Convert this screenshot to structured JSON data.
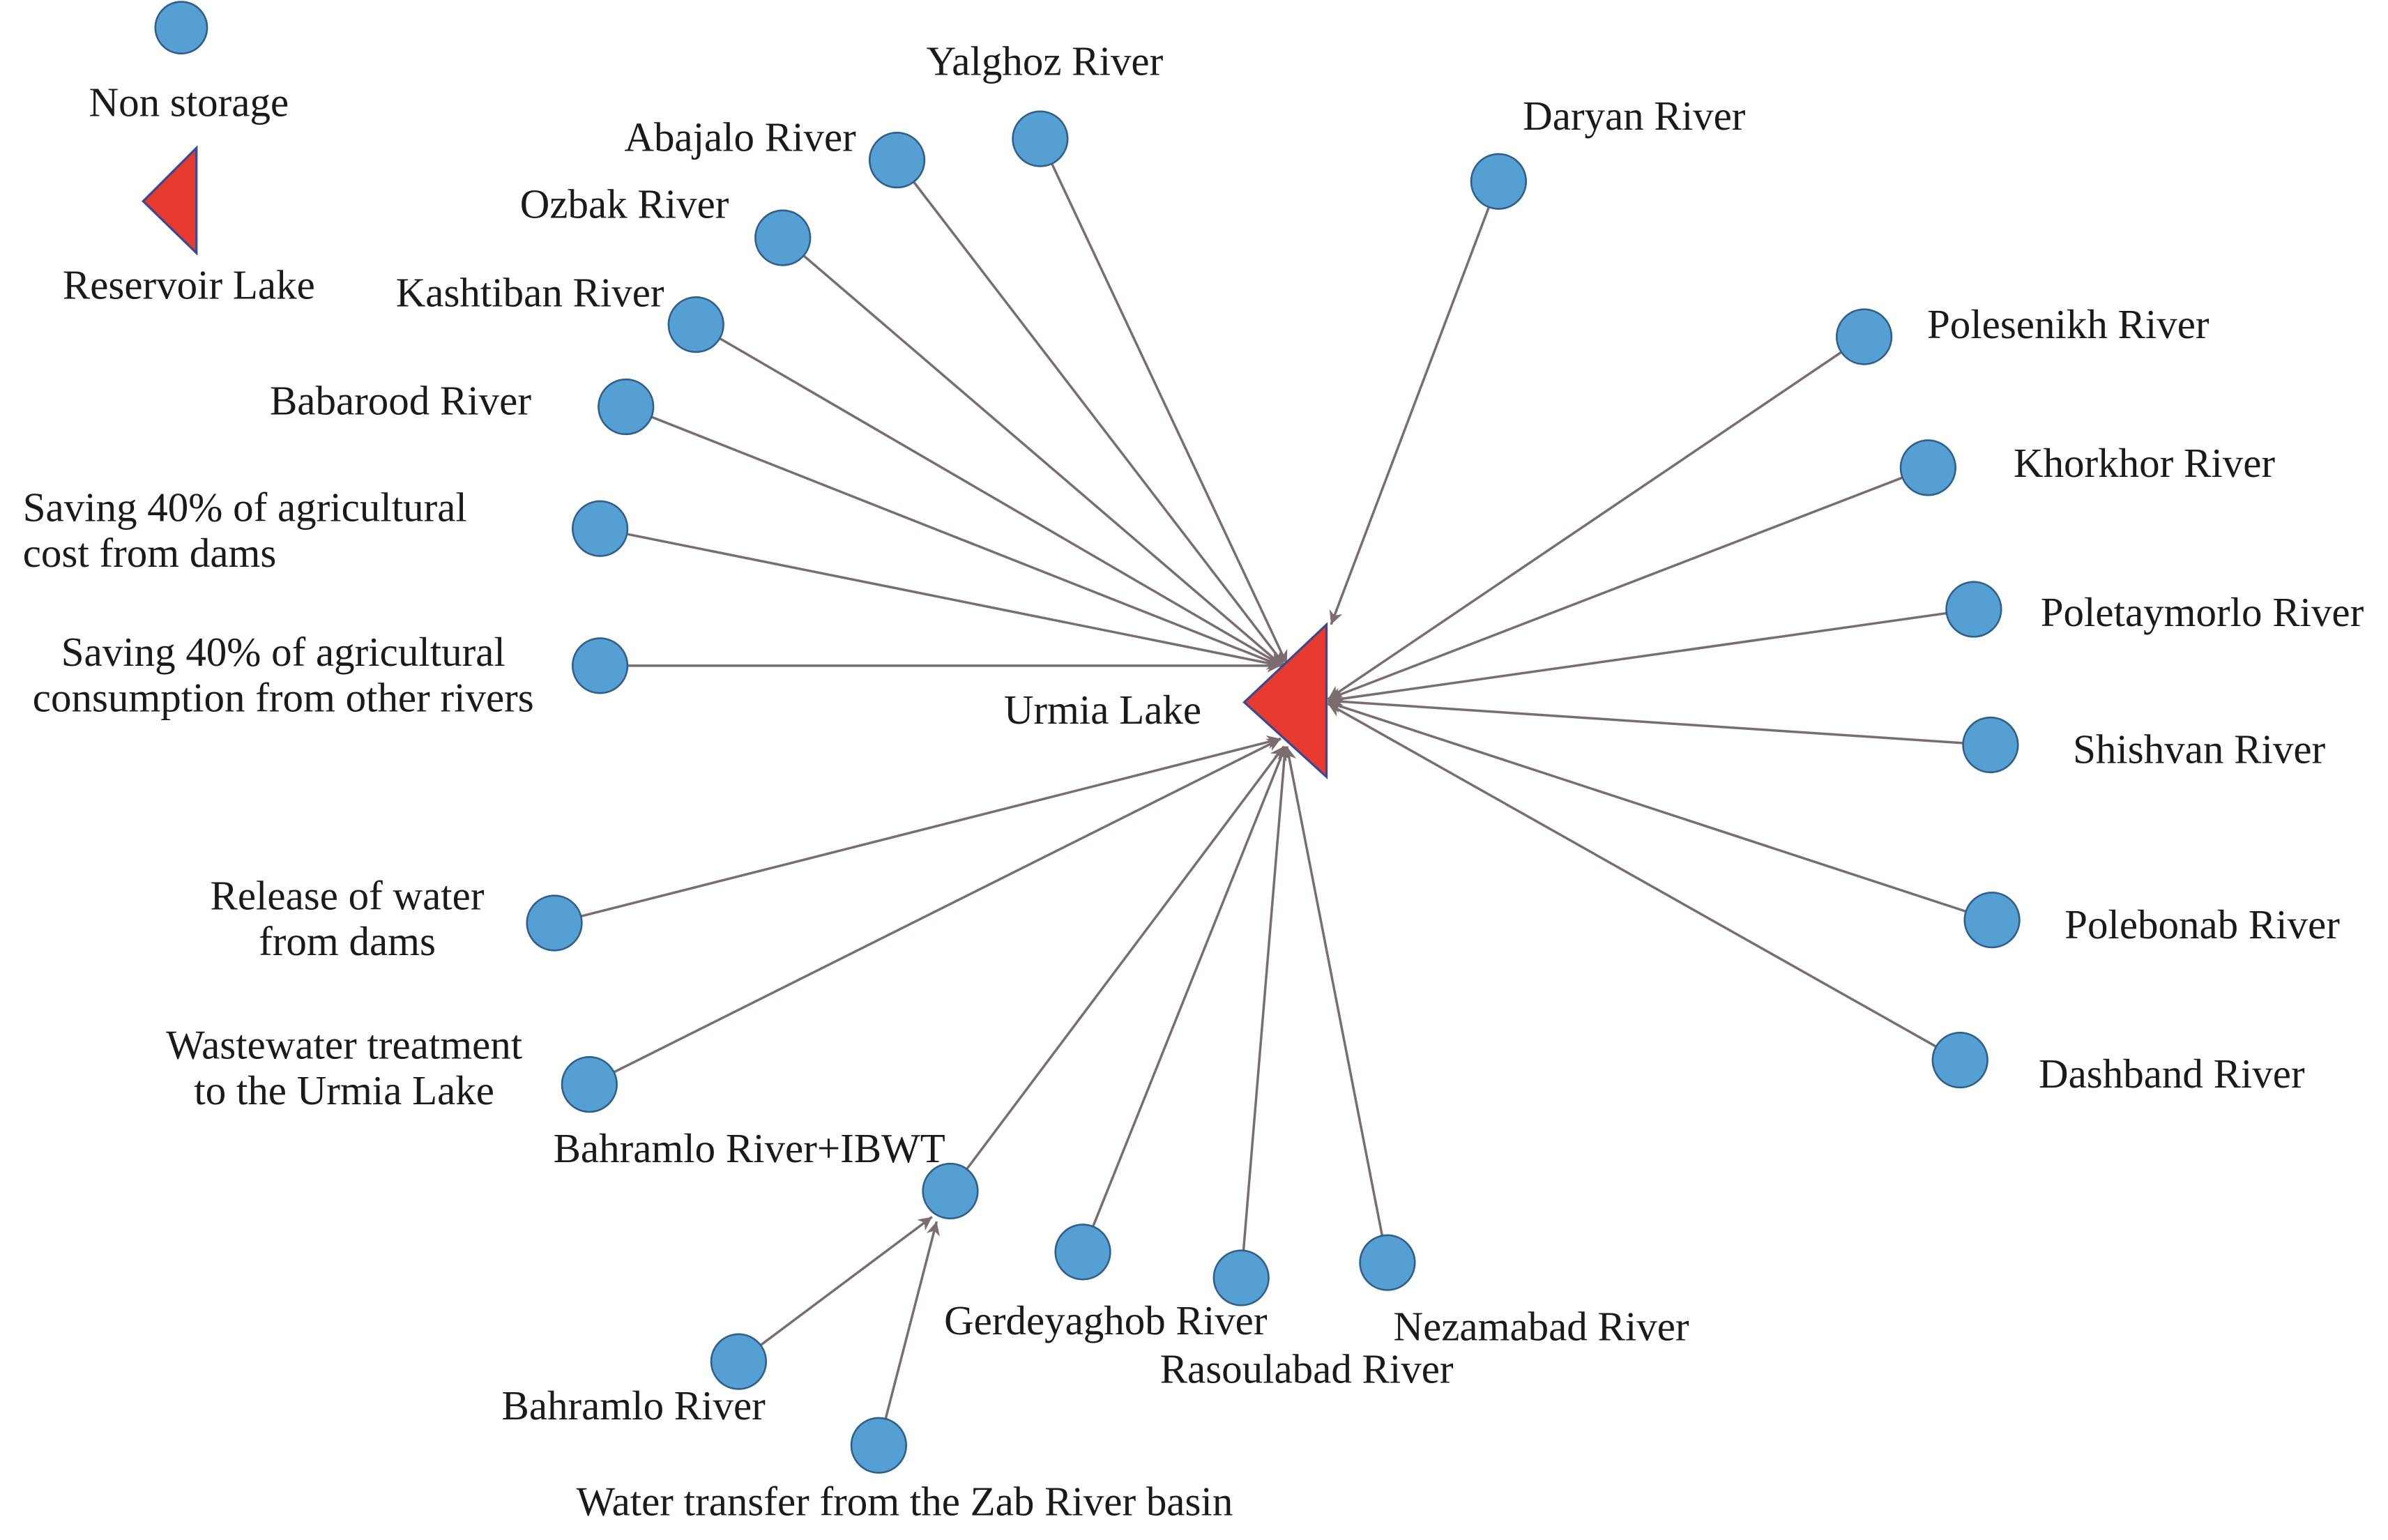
{
  "legend": {
    "non_storage_label": "Non storage",
    "reservoir_label": "Reservoir Lake"
  },
  "colors": {
    "node_fill": "#559fd2",
    "node_stroke": "#2f5f8a",
    "reservoir_fill": "#e83a30",
    "reservoir_stroke": "#3b4a8c",
    "edge": "#7b6d6d"
  },
  "lake": {
    "id": "urmia",
    "label": "Urmia Lake"
  },
  "nodes": [
    {
      "id": "yalghoz",
      "label": [
        "Yalghoz River"
      ]
    },
    {
      "id": "abajalo",
      "label": [
        "Abajalo River"
      ]
    },
    {
      "id": "ozbak",
      "label": [
        "Ozbak River"
      ]
    },
    {
      "id": "kashtiban",
      "label": [
        "Kashtiban River"
      ]
    },
    {
      "id": "babarood",
      "label": [
        "Babarood River"
      ]
    },
    {
      "id": "saving_cost",
      "label": [
        "Saving 40% of agricultural",
        "cost from dams"
      ]
    },
    {
      "id": "saving_cons",
      "label": [
        "Saving 40% of agricultural",
        "consumption from other rivers"
      ]
    },
    {
      "id": "release",
      "label": [
        "Release of water",
        "from dams"
      ]
    },
    {
      "id": "wastewater",
      "label": [
        "Wastewater treatment",
        "to the Urmia Lake"
      ]
    },
    {
      "id": "ibwt",
      "label": [
        "Bahramlo River+IBWT"
      ]
    },
    {
      "id": "bahramlo",
      "label": [
        "Bahramlo River"
      ]
    },
    {
      "id": "zab",
      "label": [
        "Water transfer from the Zab River basin"
      ]
    },
    {
      "id": "gerdeyaghob",
      "label": [
        "Gerdeyaghob River"
      ]
    },
    {
      "id": "rasoulabad",
      "label": [
        "Rasoulabad River"
      ]
    },
    {
      "id": "nezamabad",
      "label": [
        "Nezamabad River"
      ]
    },
    {
      "id": "daryan",
      "label": [
        "Daryan River"
      ]
    },
    {
      "id": "polesenikh",
      "label": [
        "Polesenikh River"
      ]
    },
    {
      "id": "khorkhor",
      "label": [
        "Khorkhor River"
      ]
    },
    {
      "id": "poletaymorlo",
      "label": [
        "Poletaymorlo River"
      ]
    },
    {
      "id": "shishvan",
      "label": [
        "Shishvan River"
      ]
    },
    {
      "id": "polebonab",
      "label": [
        "Polebonab River"
      ]
    },
    {
      "id": "dashband",
      "label": [
        "Dashband River"
      ]
    }
  ],
  "edges": [
    {
      "from": "yalghoz",
      "to": "urmia"
    },
    {
      "from": "abajalo",
      "to": "urmia"
    },
    {
      "from": "ozbak",
      "to": "urmia"
    },
    {
      "from": "kashtiban",
      "to": "urmia"
    },
    {
      "from": "babarood",
      "to": "urmia"
    },
    {
      "from": "saving_cost",
      "to": "urmia"
    },
    {
      "from": "saving_cons",
      "to": "urmia"
    },
    {
      "from": "release",
      "to": "urmia"
    },
    {
      "from": "wastewater",
      "to": "urmia"
    },
    {
      "from": "ibwt",
      "to": "urmia"
    },
    {
      "from": "bahramlo",
      "to": "ibwt"
    },
    {
      "from": "zab",
      "to": "ibwt"
    },
    {
      "from": "gerdeyaghob",
      "to": "urmia"
    },
    {
      "from": "rasoulabad",
      "to": "urmia"
    },
    {
      "from": "nezamabad",
      "to": "urmia"
    },
    {
      "from": "daryan",
      "to": "urmia"
    },
    {
      "from": "polesenikh",
      "to": "urmia"
    },
    {
      "from": "khorkhor",
      "to": "urmia"
    },
    {
      "from": "poletaymorlo",
      "to": "urmia"
    },
    {
      "from": "shishvan",
      "to": "urmia"
    },
    {
      "from": "polebonab",
      "to": "urmia"
    },
    {
      "from": "dashband",
      "to": "urmia"
    }
  ]
}
